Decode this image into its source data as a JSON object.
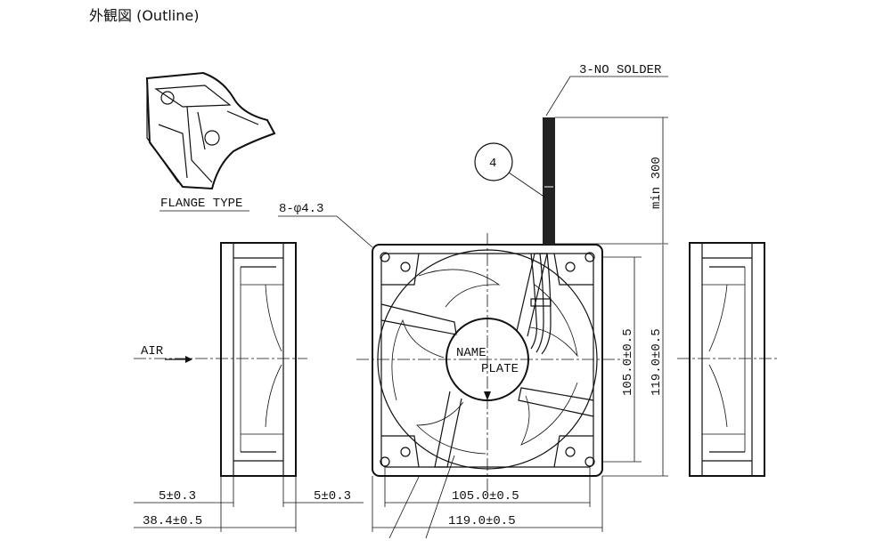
{
  "title": "外観図 (Outline)",
  "labels": {
    "flange_type": "FLANGE TYPE",
    "hole_spec": "8-φ4.3",
    "lead_wire": "3-NO SOLDER",
    "callout_number": "4",
    "min_length": "min 300",
    "air": "AIR",
    "name_plate_line1": "NAME",
    "name_plate_line2": "PLATE",
    "dim_hole_pitch_v": "105.0±0.5",
    "dim_outer_v": "119.0±0.5",
    "dim_hole_pitch_h": "105.0±0.5",
    "dim_outer_h": "119.0±0.5",
    "dim_flange_left": "5±0.3",
    "dim_flange_right": "5±0.3",
    "dim_depth": "38.4±0.5"
  }
}
